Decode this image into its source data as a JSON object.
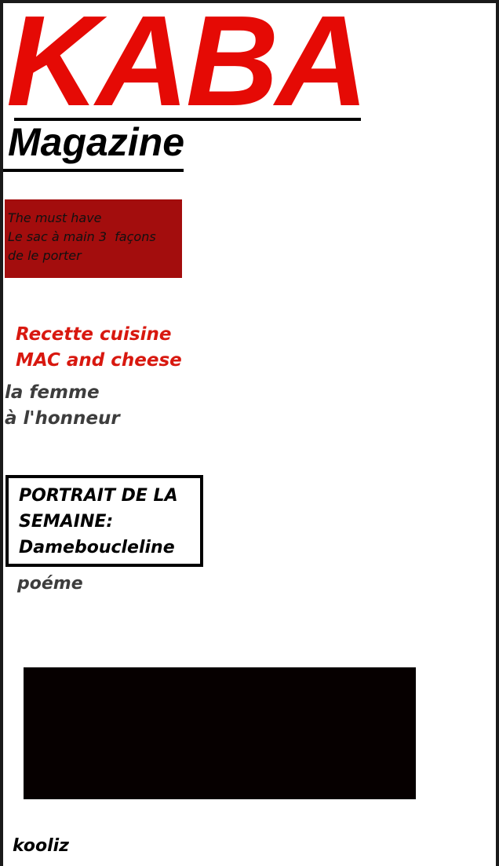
{
  "masthead": {
    "title": "KABA",
    "subtitle": "Magazine"
  },
  "must_have": {
    "lines": [
      "The must have",
      "Le sac à main 3  façons",
      "de le porter"
    ]
  },
  "recipe": {
    "lines": [
      "Recette cuisine",
      "MAC and cheese"
    ]
  },
  "honneur": {
    "lines": [
      "la femme",
      "à l'honneur"
    ]
  },
  "portrait": {
    "lines": [
      "PORTRAIT DE LA",
      "SEMAINE:",
      "Dameboucleline"
    ]
  },
  "poeme": {
    "label": "poéme"
  },
  "footer": {
    "author": "kooliz"
  },
  "colors": {
    "title_red": "#e50a05",
    "box_red": "#a30d0d",
    "recipe_red": "#d8180f",
    "grey_text": "#3d3d3d",
    "black_box": "#060000"
  }
}
